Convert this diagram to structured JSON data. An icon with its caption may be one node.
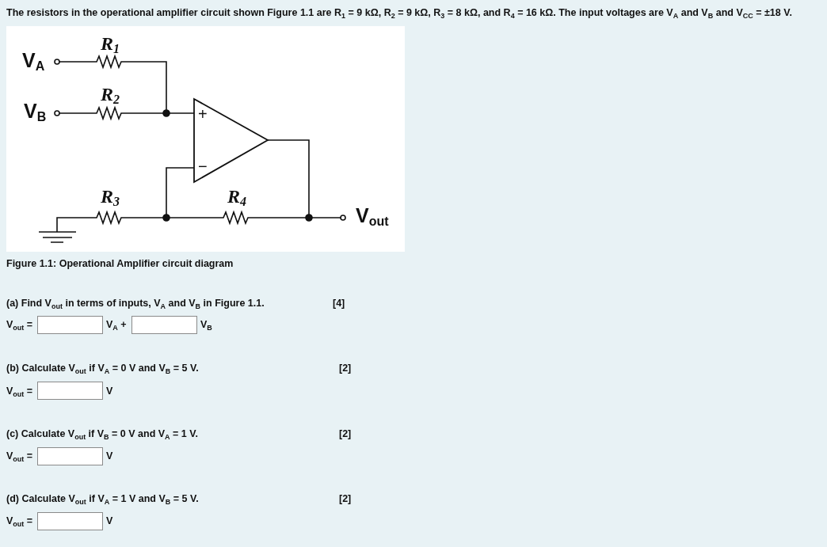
{
  "diagram": {
    "caption": "Figure 1.1: Operational Amplifier circuit diagram",
    "labels": [
      "The resistors in the operational amplifier circuit shown Figure 1.1 are R$_{1}$ = 9 kΩ, R$_{2}$ = 9 kΩ, R$_{3}$ = 8 kΩ, and R$_{4}$ = 16 kΩ. The input voltages are V$_{A}$ and V$_{B}$ and V$_{CC}$ = ±18 V.",
      "R$_{1}$",
      "V$_{A}$",
      "R$_{2}$",
      "V$_{B}$",
      "+",
      "−",
      "R$_{3}$",
      "R$_{4}$",
      "V$_{out}$",
      "(a) Find V$_{out}$ in terms of inputs, V$_{A}$ and V$_{B}$ in Figure 1.1.",
      "[4]",
      "V$_{out}$ =",
      "V$_{A}$ +",
      "V$_{B}$",
      "(b) Calculate V$_{out}$ if V$_{A}$ = 0 V and V$_{B}$ = 5 V.",
      "[2]",
      "V$_{out}$ =",
      "V",
      "(c) Calculate V$_{out}$ if V$_{B}$ = 0 V and V$_{A}$ = 1 V.",
      "[2]",
      "V$_{out}$ =",
      "V",
      "(d) Calculate V$_{out}$ if V$_{A}$ = 1 V and V$_{B}$ = 5 V.",
      "[2]",
      "V$_{out}$ =",
      "V"
    ]
  }
}
